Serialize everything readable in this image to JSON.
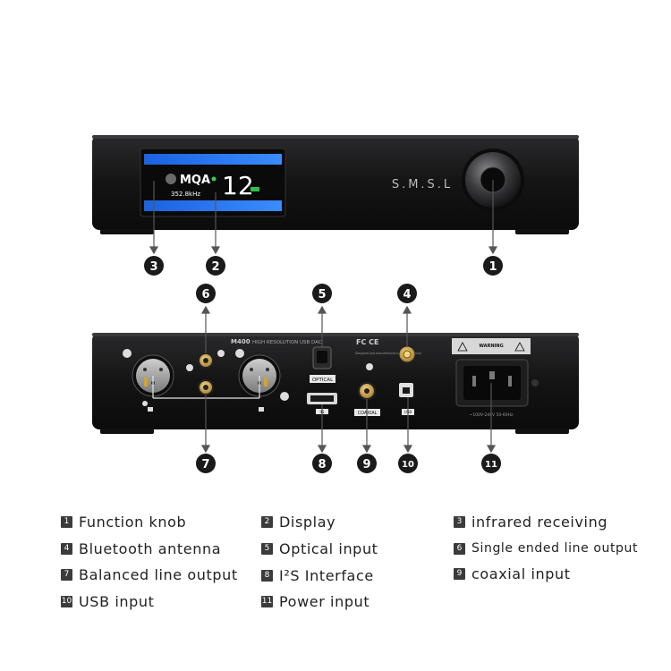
{
  "device": {
    "brand": "S.M.S.L",
    "display": {
      "format": "MQA",
      "rate": "352.8kHz",
      "volume": "12"
    },
    "rear": {
      "model": "M400",
      "model_tagline": "HIGH RESOLUTION USB DAC",
      "certifications": "FC CE",
      "designed_note": "Designed and manufactured by SMSL in China",
      "warning_label": "WARNING",
      "optical_label": "OPTICAL",
      "coaxial_label": "COAXIAL",
      "usb_label": "USB",
      "hdmi_label": "IIS",
      "power_rating": "~100V-240V 50-60Hz"
    }
  },
  "callouts": [
    "1",
    "2",
    "3",
    "4",
    "5",
    "6",
    "7",
    "8",
    "9",
    "10",
    "11"
  ],
  "legend": [
    {
      "num": "1",
      "text": "Function knob"
    },
    {
      "num": "2",
      "text": "Display"
    },
    {
      "num": "3",
      "text": "infrared receiving"
    },
    {
      "num": "4",
      "text": "Bluetooth antenna"
    },
    {
      "num": "5",
      "text": "Optical input"
    },
    {
      "num": "6",
      "text": "Single ended line output"
    },
    {
      "num": "7",
      "text": "Balanced line output"
    },
    {
      "num": "8",
      "text": "I²S Interface"
    },
    {
      "num": "9",
      "text": "coaxial input"
    },
    {
      "num": "10",
      "text": "USB input"
    },
    {
      "num": "11",
      "text": "Power input"
    }
  ]
}
